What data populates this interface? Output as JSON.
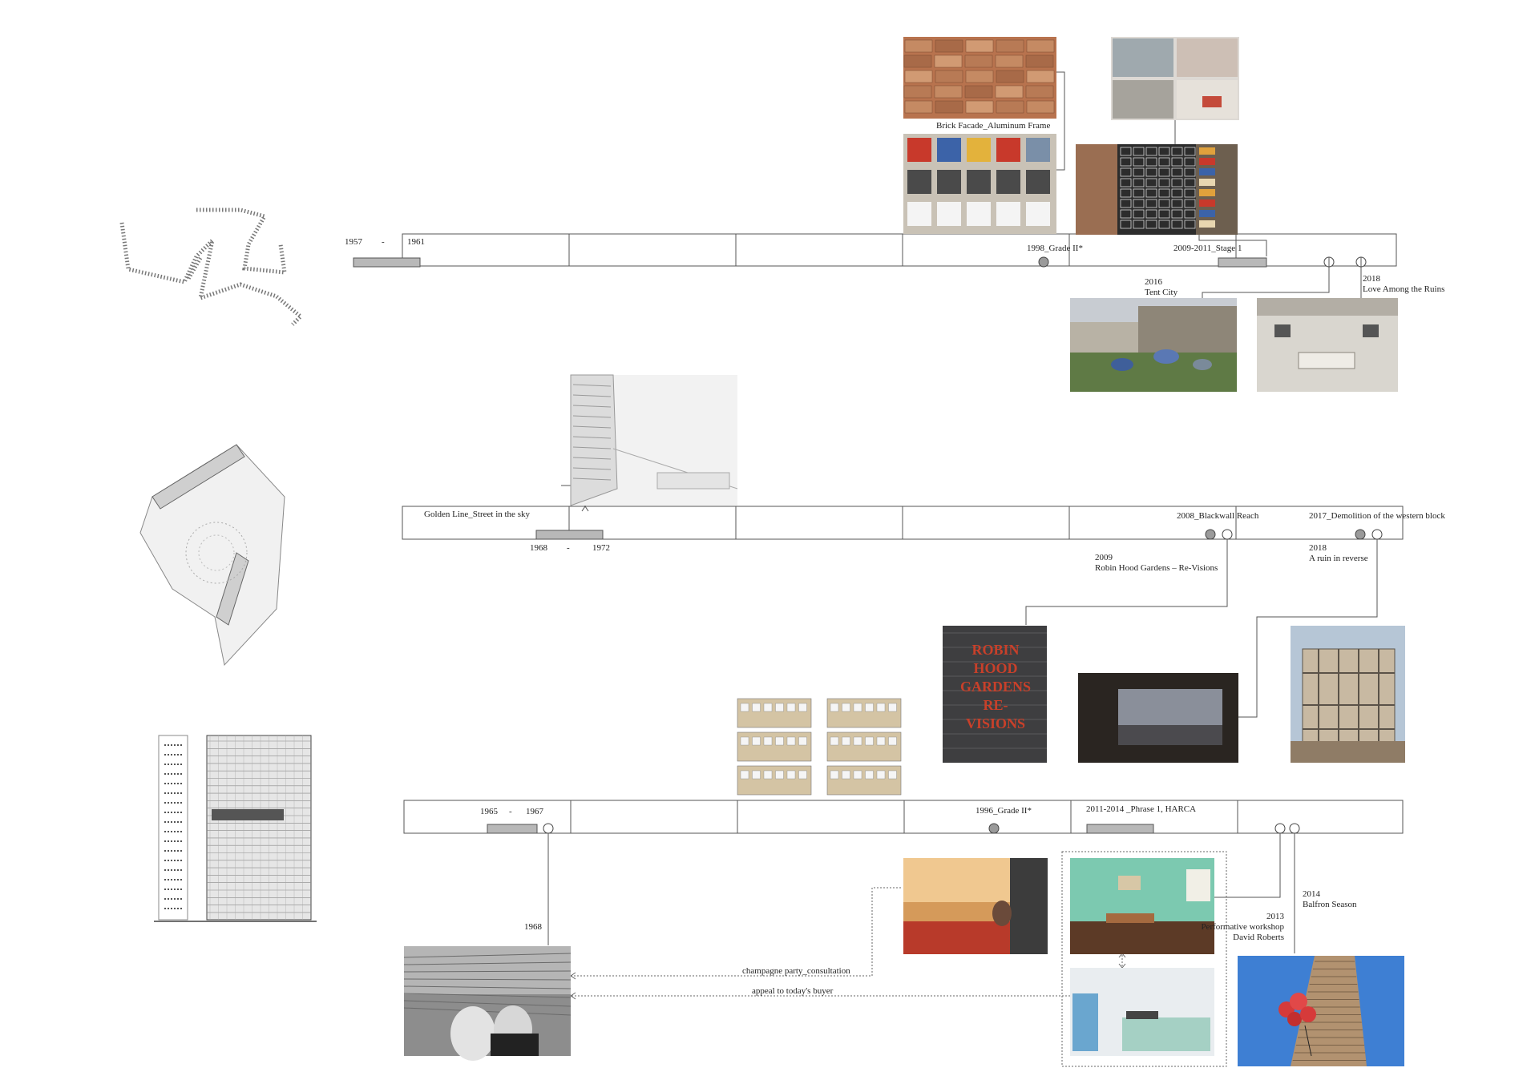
{
  "park_hill": {
    "start": "1957",
    "dash": "-",
    "end": "1961",
    "grade": "1998_Grade II*",
    "stage": "2009-2011_Stage 1",
    "facade": "Brick Facade_Aluminum Frame",
    "tent_city": "2016\nTent City",
    "love_ruins": "2018\nLove Among the Ruins"
  },
  "robin_hood": {
    "golden_line": "Golden Line_Street in the sky",
    "start": "1968",
    "dash": "-",
    "end": "1972",
    "blackwall": "2008_Blackwall Reach",
    "demolition": "2017_Demolition of the western block",
    "revisions": "2009\nRobin Hood Gardens – Re-Visions",
    "ruin_reverse": "2018\nA ruin in reverse",
    "poster_text": "ROBIN\nHOOD\nGARDENS\nRE-\nVISIONS"
  },
  "balfron": {
    "start": "1965",
    "dash": "-",
    "end": "1967",
    "grade": "1996_Grade II*",
    "phase": "2011-2014 _Phrase 1, HARCA",
    "year_1968": "1968",
    "champagne": "champagne party_consultation",
    "appeal": "appeal to today's buyer",
    "workshop": "2013\nPerformative workshop\nDavid Roberts",
    "season": "2014\nBalfron Season"
  },
  "colors": {
    "line": "#555555",
    "bar_fill": "#b8b8b8",
    "dot_grey": "#9a9a9a",
    "poster_red": "#c8402a"
  }
}
